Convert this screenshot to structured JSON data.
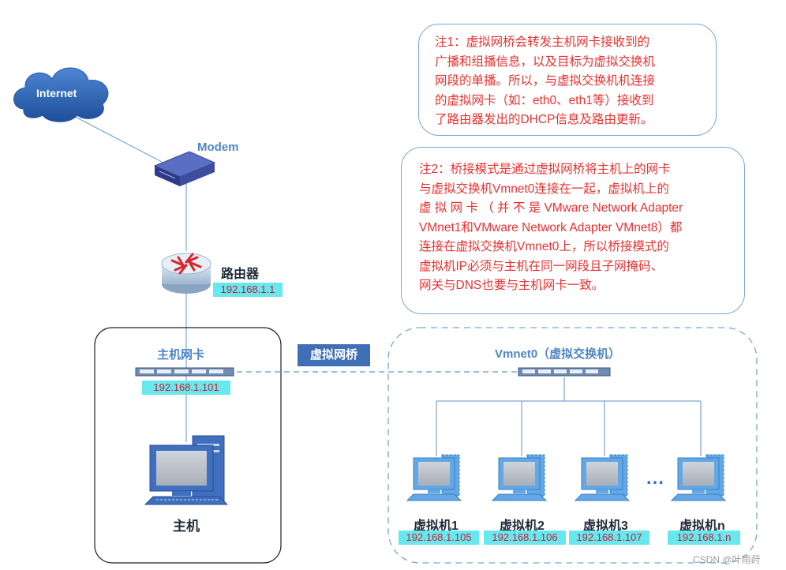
{
  "internet": {
    "label": "Internet"
  },
  "modem": {
    "label": "Modem"
  },
  "router": {
    "label": "路由器",
    "ip": "192.168.1.1"
  },
  "host_nic": {
    "label": "主机网卡",
    "ip": "192.168.1.101"
  },
  "host": {
    "label": "主机"
  },
  "virtual_bridge": {
    "label": "虚拟网桥"
  },
  "vmnet0": {
    "label": "Vmnet0（虚拟交换机）"
  },
  "vms": [
    {
      "label": "虚拟机1",
      "ip": "192.168.1.105"
    },
    {
      "label": "虚拟机2",
      "ip": "192.168.1.106"
    },
    {
      "label": "虚拟机3",
      "ip": "192.168.1.107"
    },
    {
      "label": "虚拟机n",
      "ip": "192.168.1.n"
    }
  ],
  "vm_ellipsis": "…",
  "note1": {
    "lines": [
      "注1：虚拟网桥会转发主机网卡接收到的",
      "广播和组播信息，以及目标为虚拟交换机",
      "网段的单播。所以，与虚拟交换机机连接",
      "的虚拟网卡（如：eth0、eth1等）接收到",
      "了路由器发出的DHCP信息及路由更新。"
    ]
  },
  "note2": {
    "lines": [
      "注2：桥接模式是通过虚拟网桥将主机上的网卡",
      "与虚拟交换机Vmnet0连接在一起，虚拟机上的",
      "虚 拟 网 卡 （ 并 不 是 VMware Network Adapter",
      "VMnet1和VMware Network Adapter VMnet8）都",
      "连接在虚拟交换机Vmnet0上，所以桥接模式的",
      "虚拟机IP必须与主机在同一网段且子网掩码、",
      "网关与DNS也要与主机网卡一致。"
    ]
  },
  "watermark": "CSDN @叶雨莳",
  "colors": {
    "note_text": "#e8312f",
    "note_border": "#7aa7d6",
    "ip_bg": "#67e8ef",
    "ip_text": "#d01a2e",
    "label_blue": "#4e86c4",
    "bridge_bg": "#3f70b6"
  }
}
